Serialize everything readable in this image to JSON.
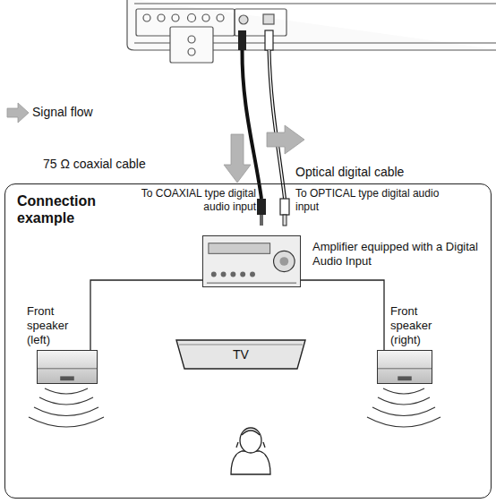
{
  "diagram": {
    "nodes": [
      {
        "text": [
          "Connection example"
        ]
      },
      {
        "text": [
          "Amplifier equipped with a Digital Audio Input"
        ],
        "in": 0
      },
      {
        "text": [
          "Front speaker (left)"
        ],
        "in": 0
      },
      {
        "text": [
          "TV"
        ],
        "in": 0
      },
      {
        "text": [
          "Front speaker (right)"
        ],
        "in": 0
      }
    ],
    "edges": [
      {
        "from": 1,
        "to": 2,
        "arrow": "none"
      },
      {
        "from": 1,
        "to": 4,
        "arrow": "none"
      }
    ],
    "labels": [
      "75 Ω coaxial cable",
      "Optical digital cable",
      "To COAXIAL type digital audio input",
      "To OPTICAL type digital audio input"
    ],
    "legend": [
      {
        "text": "Signal flow"
      }
    ]
  }
}
